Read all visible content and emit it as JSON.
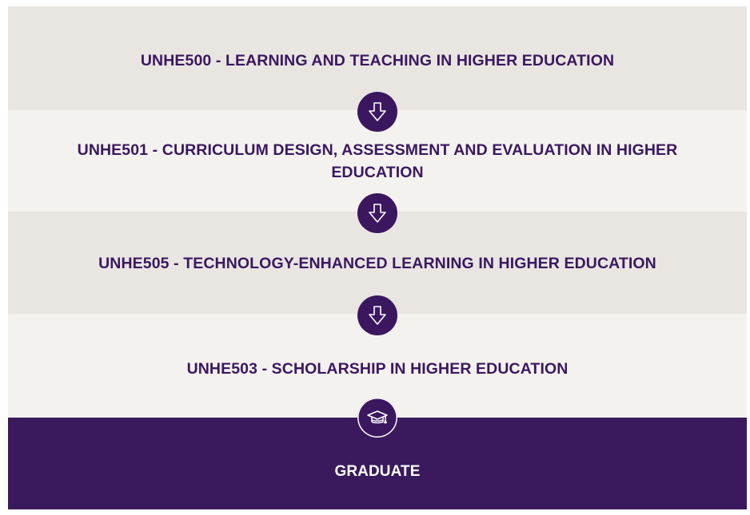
{
  "steps": [
    {
      "label": "UNHE500 - LEARNING AND TEACHING IN HIGHER EDUCATION"
    },
    {
      "label": "UNHE501 - CURRICULUM DESIGN, ASSESSMENT AND EVALUATION IN HIGHER EDUCATION"
    },
    {
      "label": "UNHE505 - TECHNOLOGY-ENHANCED LEARNING IN HIGHER EDUCATION"
    },
    {
      "label": "UNHE503 - SCHOLARSHIP IN HIGHER EDUCATION"
    }
  ],
  "final": {
    "label": "GRADUATE"
  },
  "icons": {
    "connector": "down-arrow-icon",
    "final": "graduation-cap-icon"
  },
  "colors": {
    "primary_purple": "#3b1760",
    "final_band": "#3a1a5c",
    "band_dark": "#e9e6e2",
    "band_light": "#f4f2ef",
    "final_text": "#ffffff"
  }
}
